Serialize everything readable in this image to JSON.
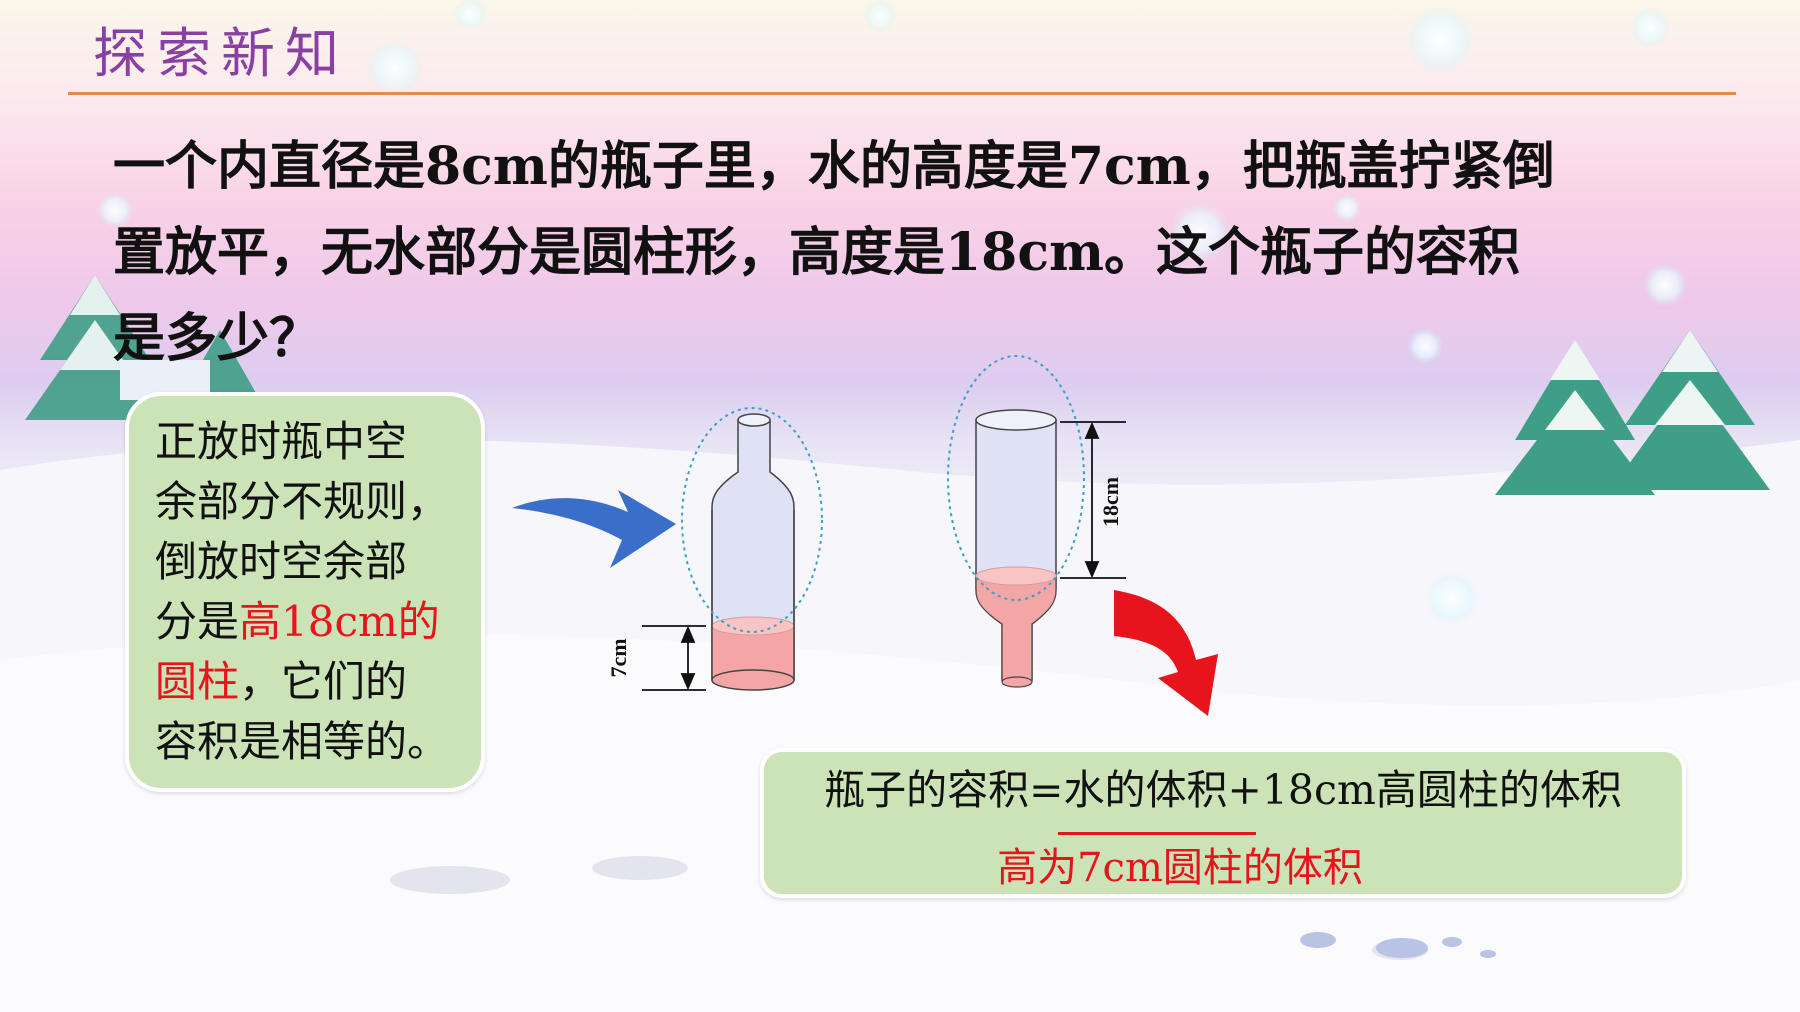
{
  "section_title": "探索新知",
  "problem": {
    "lines": [
      "一个内直径是8cm的瓶子里，水的高度是7cm，把瓶盖拧紧倒",
      "置放平，无水部分是圆柱形，高度是18cm。这个瓶子的容积",
      "是多少？"
    ]
  },
  "note": {
    "line1": "正放时瓶中空",
    "line2": "余部分不规则，",
    "line3": "倒放时空余部",
    "line4_prefix": "分是",
    "line4_red": "高18cm的",
    "line5_red": "圆柱",
    "line5_suffix": "，它们的",
    "line6": "容积是相等的。"
  },
  "diagram": {
    "upright_height_label": "7cm",
    "inverted_height_label": "18cm",
    "water_color": "#f4a6a6",
    "bottle_color": "#dfe1f4",
    "arrow_left_color": "#3a6fc9",
    "arrow_right_color": "#e8141c"
  },
  "formula": {
    "main": "瓶子的容积=水的体积+18cm高圆柱的体积",
    "sub": "高为7cm圆柱的体积"
  }
}
